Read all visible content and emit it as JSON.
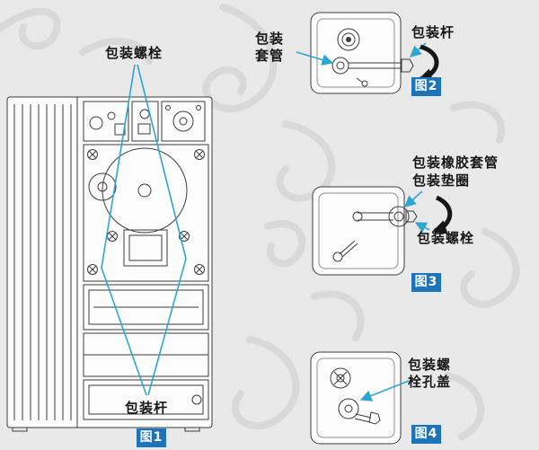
{
  "colors": {
    "accent_cyan": "#2ea6cf",
    "badge_bg": "#1d74b8",
    "badge_text": "#ffffff",
    "line_ink": "#3c3c3c",
    "page_bg": "#e9e9e9"
  },
  "figure1": {
    "top_label": "包装螺栓",
    "bottom_label": "包装杆",
    "badge": "图1"
  },
  "figure2": {
    "sleeve_label": "包装套管",
    "rod_label": "包装杆",
    "badge": "图2"
  },
  "figure3": {
    "rubber_sleeve_label": "包装橡胶套管",
    "washer_label": "包装垫圈",
    "bolt_label": "包装螺栓",
    "badge": "图3"
  },
  "figure4": {
    "bolt_hole_cover_label": "包装螺栓孔盖",
    "badge": "图4"
  }
}
